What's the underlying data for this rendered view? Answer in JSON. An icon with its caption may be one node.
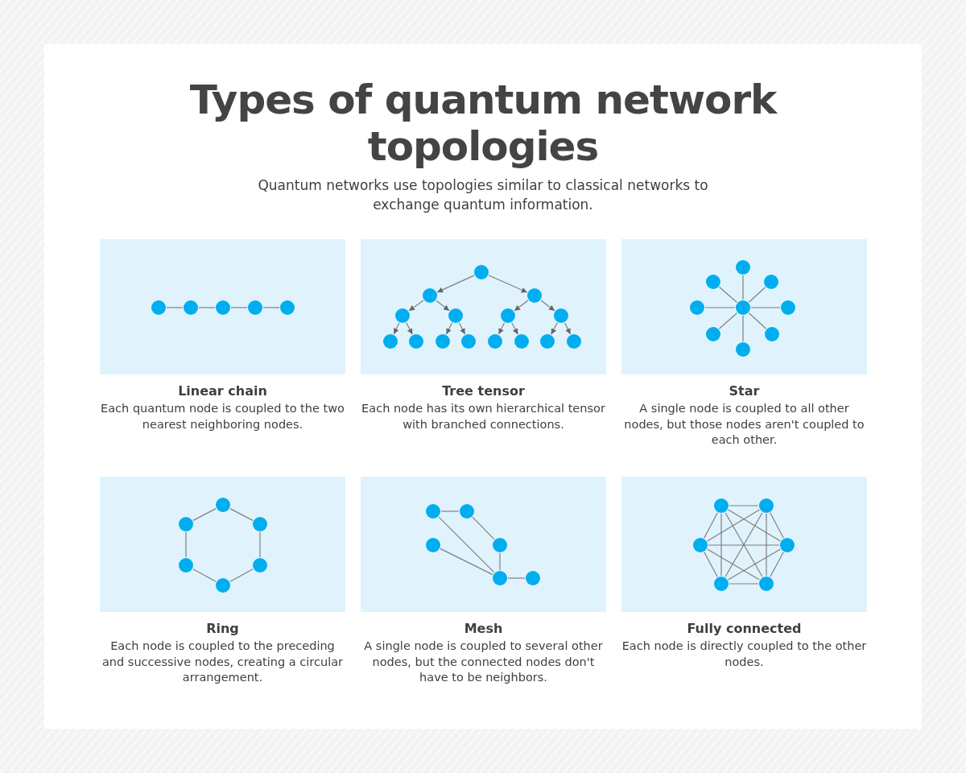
{
  "diagram": {
    "title": "Types of quantum network topologies",
    "nodes": [
      {
        "text": [
          "Linear chain",
          "Each quantum node is coupled to the two nearest neighboring nodes."
        ]
      },
      {
        "text": [],
        "shape": "circle",
        "in": 0
      },
      {
        "text": [],
        "shape": "circle",
        "in": 0
      },
      {
        "text": [],
        "shape": "circle",
        "in": 0
      },
      {
        "text": [],
        "shape": "circle",
        "in": 0
      },
      {
        "text": [],
        "shape": "circle",
        "in": 0
      },
      {
        "text": [
          "Tree tensor",
          "Each node has its own hierarchical tensor with branched connections."
        ]
      },
      {
        "text": [],
        "shape": "circle",
        "in": 6
      },
      {
        "text": [],
        "shape": "circle",
        "in": 6
      },
      {
        "text": [],
        "shape": "circle",
        "in": 6
      },
      {
        "text": [],
        "shape": "circle",
        "in": 6
      },
      {
        "text": [],
        "shape": "circle",
        "in": 6
      },
      {
        "text": [],
        "shape": "circle",
        "in": 6
      },
      {
        "text": [],
        "shape": "circle",
        "in": 6
      },
      {
        "text": [],
        "shape": "circle",
        "in": 6
      },
      {
        "text": [],
        "shape": "circle",
        "in": 6
      },
      {
        "text": [],
        "shape": "circle",
        "in": 6
      },
      {
        "text": [],
        "shape": "circle",
        "in": 6
      },
      {
        "text": [],
        "shape": "circle",
        "in": 6
      },
      {
        "text": [],
        "shape": "circle",
        "in": 6
      },
      {
        "text": [],
        "shape": "circle",
        "in": 6
      },
      {
        "text": [],
        "shape": "circle",
        "in": 6
      },
      {
        "text": [
          "Star",
          "A single node is coupled to all other nodes, but those nodes aren't coupled to each other."
        ]
      },
      {
        "text": [],
        "shape": "circle",
        "in": 22
      },
      {
        "text": [],
        "shape": "circle",
        "in": 22
      },
      {
        "text": [],
        "shape": "circle",
        "in": 22
      },
      {
        "text": [],
        "shape": "circle",
        "in": 22
      },
      {
        "text": [],
        "shape": "circle",
        "in": 22
      },
      {
        "text": [],
        "shape": "circle",
        "in": 22
      },
      {
        "text": [],
        "shape": "circle",
        "in": 22
      },
      {
        "text": [],
        "shape": "circle",
        "in": 22
      },
      {
        "text": [],
        "shape": "circle",
        "in": 22
      },
      {
        "text": [
          "Ring",
          "Each node is coupled to the preceding and successive nodes, creating a circular arrangement."
        ]
      },
      {
        "text": [],
        "shape": "circle",
        "in": 32
      },
      {
        "text": [],
        "shape": "circle",
        "in": 32
      },
      {
        "text": [],
        "shape": "circle",
        "in": 32
      },
      {
        "text": [],
        "shape": "circle",
        "in": 32
      },
      {
        "text": [],
        "shape": "circle",
        "in": 32
      },
      {
        "text": [],
        "shape": "circle",
        "in": 32
      },
      {
        "text": [
          "Mesh",
          "A single node is coupled to several other nodes, but the connected nodes don't have to be neighbors."
        ]
      },
      {
        "text": [],
        "shape": "circle",
        "in": 39
      },
      {
        "text": [],
        "shape": "circle",
        "in": 39
      },
      {
        "text": [],
        "shape": "circle",
        "in": 39
      },
      {
        "text": [],
        "shape": "circle",
        "in": 39
      },
      {
        "text": [],
        "shape": "circle",
        "in": 39
      },
      {
        "text": [],
        "shape": "circle",
        "in": 39
      },
      {
        "text": [
          "Fully connected",
          "Each node is directly coupled to the other nodes."
        ]
      },
      {
        "text": [],
        "shape": "circle",
        "in": 46
      },
      {
        "text": [],
        "shape": "circle",
        "in": 46
      },
      {
        "text": [],
        "shape": "circle",
        "in": 46
      },
      {
        "text": [],
        "shape": "circle",
        "in": 46
      },
      {
        "text": [],
        "shape": "circle",
        "in": 46
      },
      {
        "text": [],
        "shape": "circle",
        "in": 46
      }
    ],
    "edges": [
      {
        "from": 1,
        "to": 2,
        "arrow": "none"
      },
      {
        "from": 2,
        "to": 3,
        "arrow": "none"
      },
      {
        "from": 3,
        "to": 4,
        "arrow": "none"
      },
      {
        "from": 4,
        "to": 5,
        "arrow": "none"
      },
      {
        "from": 7,
        "to": 8,
        "arrow": "to"
      },
      {
        "from": 7,
        "to": 9,
        "arrow": "to"
      },
      {
        "from": 8,
        "to": 10,
        "arrow": "to"
      },
      {
        "from": 8,
        "to": 11,
        "arrow": "to"
      },
      {
        "from": 9,
        "to": 12,
        "arrow": "to"
      },
      {
        "from": 9,
        "to": 13,
        "arrow": "to"
      },
      {
        "from": 10,
        "to": 14,
        "arrow": "to"
      },
      {
        "from": 10,
        "to": 15,
        "arrow": "to"
      },
      {
        "from": 11,
        "to": 16,
        "arrow": "to"
      },
      {
        "from": 11,
        "to": 17,
        "arrow": "to"
      },
      {
        "from": 12,
        "to": 18,
        "arrow": "to"
      },
      {
        "from": 12,
        "to": 19,
        "arrow": "to"
      },
      {
        "from": 13,
        "to": 20,
        "arrow": "to"
      },
      {
        "from": 13,
        "to": 21,
        "arrow": "to"
      },
      {
        "from": 27,
        "to": 23,
        "arrow": "none"
      },
      {
        "from": 27,
        "to": 24,
        "arrow": "none"
      },
      {
        "from": 27,
        "to": 25,
        "arrow": "none"
      },
      {
        "from": 27,
        "to": 26,
        "arrow": "none"
      },
      {
        "from": 27,
        "to": 28,
        "arrow": "none"
      },
      {
        "from": 27,
        "to": 29,
        "arrow": "none"
      },
      {
        "from": 27,
        "to": 30,
        "arrow": "none"
      },
      {
        "from": 27,
        "to": 31,
        "arrow": "none"
      },
      {
        "from": 33,
        "to": 34,
        "arrow": "none"
      },
      {
        "from": 33,
        "to": 35,
        "arrow": "none"
      },
      {
        "from": 34,
        "to": 36,
        "arrow": "none"
      },
      {
        "from": 35,
        "to": 37,
        "arrow": "none"
      },
      {
        "from": 36,
        "to": 38,
        "arrow": "none"
      },
      {
        "from": 37,
        "to": 38,
        "arrow": "none"
      },
      {
        "from": 40,
        "to": 41,
        "arrow": "none"
      },
      {
        "from": 40,
        "to": 44,
        "arrow": "none"
      },
      {
        "from": 41,
        "to": 43,
        "arrow": "none"
      },
      {
        "from": 42,
        "to": 44,
        "arrow": "none"
      },
      {
        "from": 43,
        "to": 44,
        "arrow": "none"
      },
      {
        "from": 44,
        "to": 45,
        "arrow": "none"
      },
      {
        "from": 47,
        "to": 48,
        "arrow": "none"
      },
      {
        "from": 47,
        "to": 49,
        "arrow": "none"
      },
      {
        "from": 47,
        "to": 50,
        "arrow": "none"
      },
      {
        "from": 47,
        "to": 51,
        "arrow": "none"
      },
      {
        "from": 47,
        "to": 52,
        "arrow": "none"
      },
      {
        "from": 48,
        "to": 49,
        "arrow": "none"
      },
      {
        "from": 48,
        "to": 50,
        "arrow": "none"
      },
      {
        "from": 48,
        "to": 51,
        "arrow": "none"
      },
      {
        "from": 48,
        "to": 52,
        "arrow": "none"
      },
      {
        "from": 49,
        "to": 50,
        "arrow": "none"
      },
      {
        "from": 49,
        "to": 51,
        "arrow": "none"
      },
      {
        "from": 49,
        "to": 52,
        "arrow": "none"
      },
      {
        "from": 50,
        "to": 51,
        "arrow": "none"
      },
      {
        "from": 50,
        "to": 52,
        "arrow": "none"
      },
      {
        "from": 51,
        "to": 52,
        "arrow": "none"
      }
    ],
    "labels": [
      "Quantum networks use topologies similar to classical networks to exchange quantum information."
    ]
  }
}
